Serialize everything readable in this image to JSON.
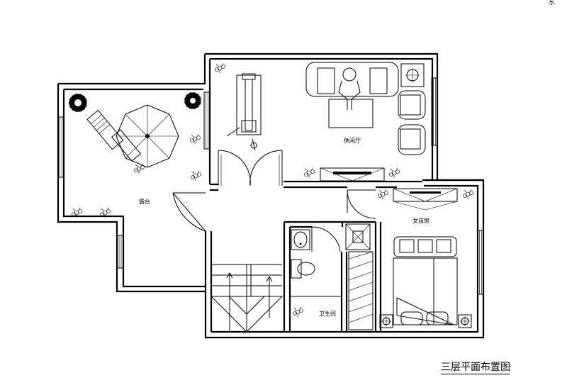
{
  "drawing": {
    "title": "三层平面布置图",
    "corner_mark": "东"
  },
  "rooms": {
    "terrace": "露台",
    "lounge": "休闲厅",
    "girls_room": "女孩房",
    "bathroom": "卫生间"
  }
}
